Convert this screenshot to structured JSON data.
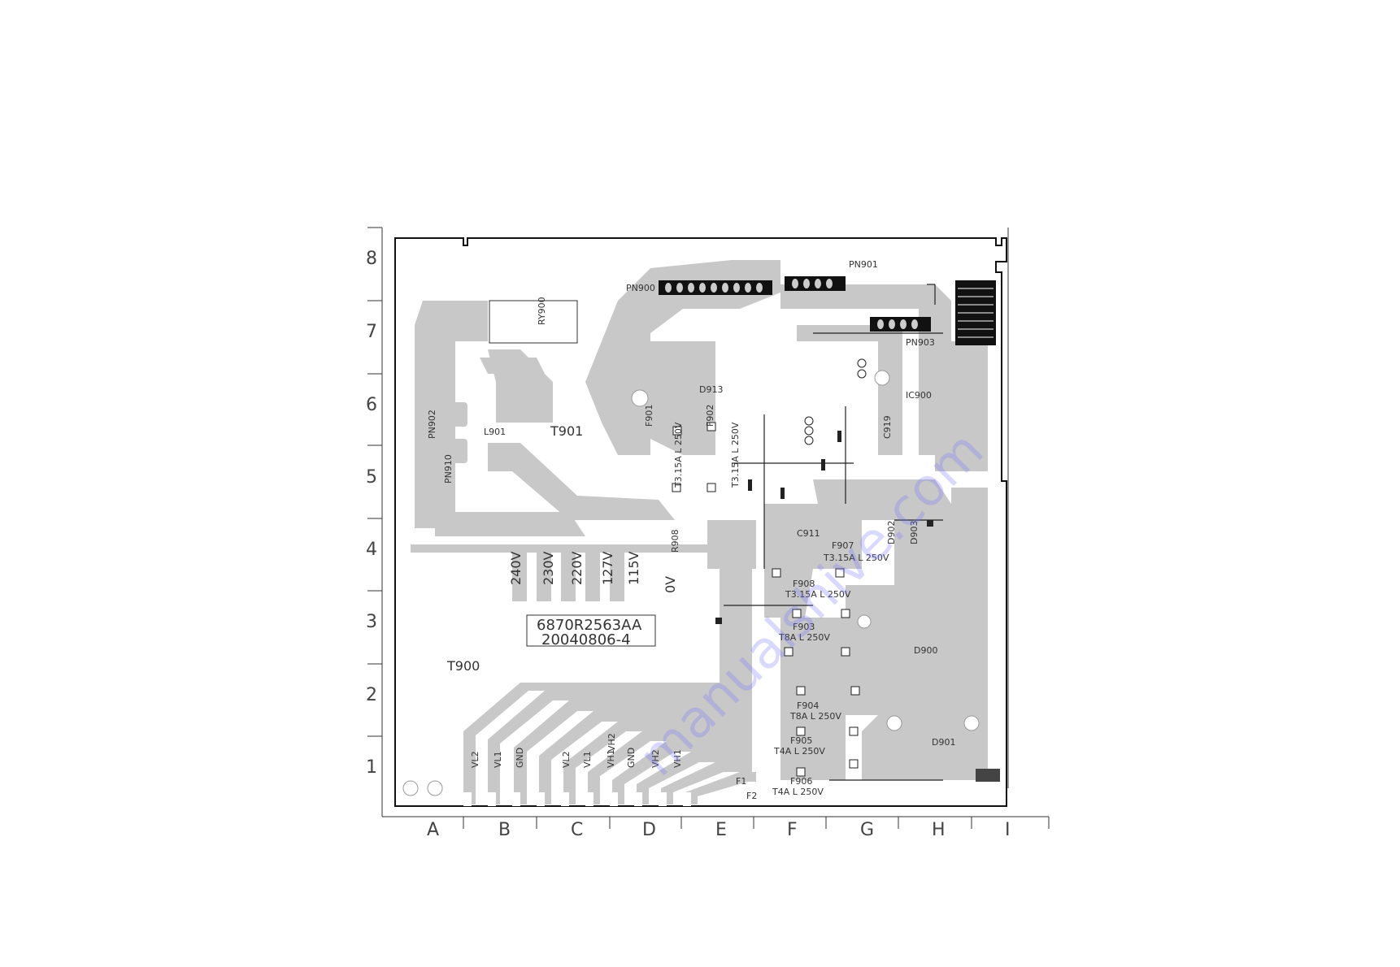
{
  "grid": {
    "rows": [
      "8",
      "7",
      "6",
      "5",
      "4",
      "3",
      "2",
      "1"
    ],
    "columns": [
      "A",
      "B",
      "C",
      "D",
      "E",
      "F",
      "G",
      "H",
      "I"
    ]
  },
  "board": {
    "part_number": "6870R2563AA",
    "date_code": "20040806-4",
    "watermark": "manualshive.com"
  },
  "components": {
    "relay": "RY900",
    "transformer_main": "T901",
    "transformer_sub": "T900",
    "inductor": "L901",
    "connector_pn902": "PN902",
    "connector_pn910": "PN910",
    "connector_pn900": "PN900",
    "connector_pn901": "PN901",
    "connector_pn903": "PN903",
    "diode_d913": "D913",
    "diode_d900": "D900",
    "diode_d901": "D901",
    "diode_d902": "D902",
    "diode_d903": "D903",
    "ic": "IC900",
    "cap_c911": "C911",
    "cap_c919": "C919",
    "resistor_r908": "R908"
  },
  "fuses": {
    "f901": {
      "ref": "F901",
      "rating": "T3.15A L 250V"
    },
    "f902": {
      "ref": "F902",
      "rating": "T3.15A L 250V"
    },
    "f907": {
      "ref": "F907",
      "rating": "T3.15A L 250V"
    },
    "f908": {
      "ref": "F908",
      "rating": "T3.15A L 250V"
    },
    "f903": {
      "ref": "F903",
      "rating": "T8A L 250V"
    },
    "f904": {
      "ref": "F904",
      "rating": "T8A L 250V"
    },
    "f905": {
      "ref": "F905",
      "rating": "T4A L 250V"
    },
    "f906": {
      "ref": "F906",
      "rating": "T4A L 250V"
    }
  },
  "voltage_taps": [
    "240V",
    "230V",
    "220V",
    "127V",
    "115V",
    "0V"
  ],
  "output_terminals": [
    "VL2",
    "VL1",
    "GND",
    "VL2",
    "VL1",
    "VH1",
    "VH2",
    "GND",
    "VH2",
    "VH1"
  ],
  "terminal_extra": [
    "F1",
    "F2"
  ],
  "colors": {
    "trace": "#c8c8c8",
    "outline": "#111111",
    "watermark": "#7878ff"
  }
}
